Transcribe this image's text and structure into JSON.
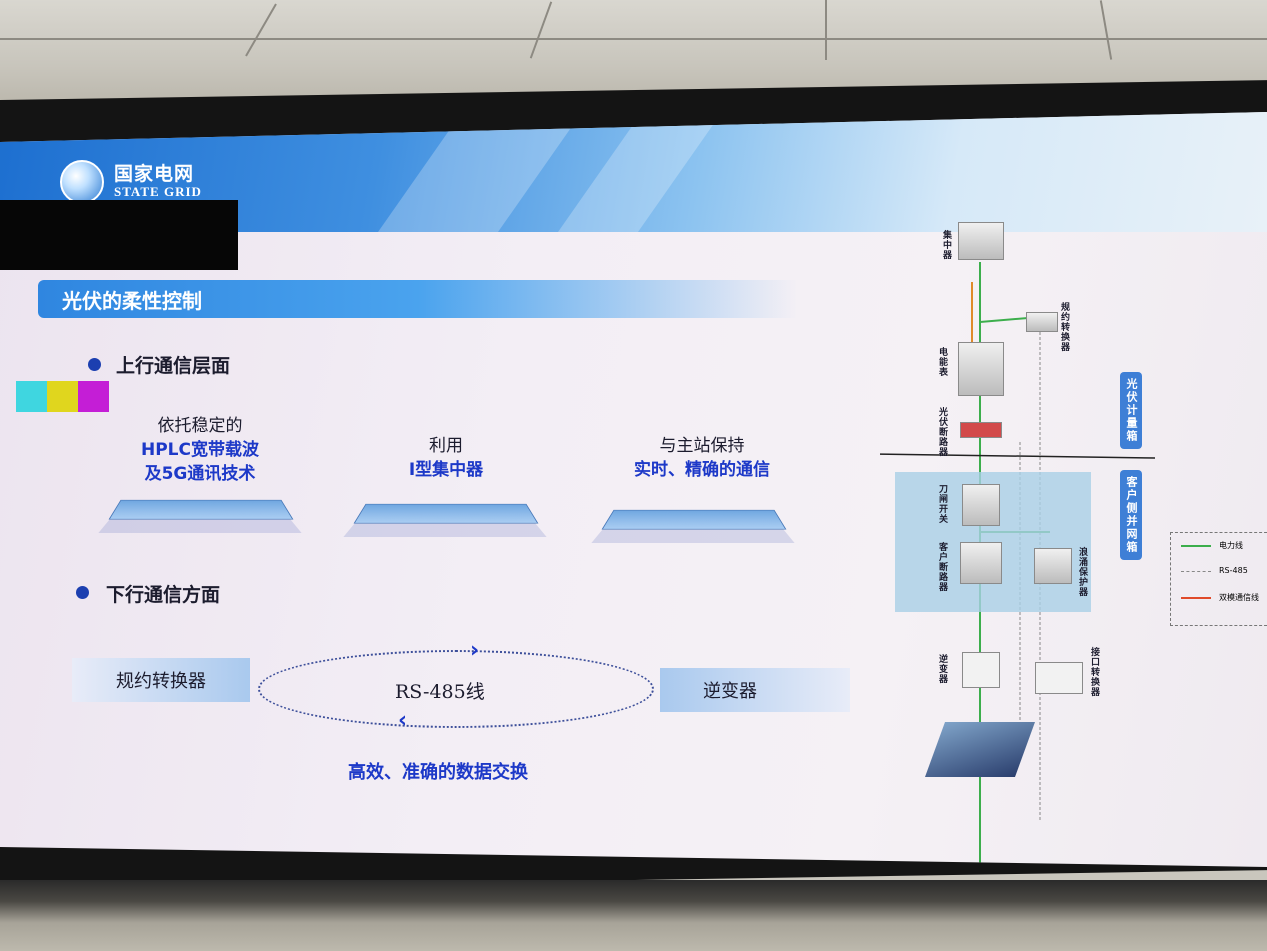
{
  "brand": {
    "name_cn": "国家电网",
    "name_en": "STATE GRID"
  },
  "section_title": "光伏的柔性控制",
  "upstream": {
    "heading": "上行通信层面",
    "items": [
      {
        "plain": "依托稳定的",
        "blue": "HPLC宽带载波\n及5G通讯技术"
      },
      {
        "plain": "利用",
        "blue": "I型集中器"
      },
      {
        "plain": "与主站保持",
        "blue": "实时、精确的通信"
      }
    ]
  },
  "downstream": {
    "heading": "下行通信方面",
    "left_box": "规约转换器",
    "link_label": "RS-485线",
    "right_box": "逆变器",
    "result": "高效、准确的数据交换"
  },
  "swatch_colors": [
    "#3fd6e0",
    "#e0d61e",
    "#c41ed6"
  ],
  "diagram": {
    "labels": {
      "concentrator": "集中器",
      "protocol_converter": "规约转换器",
      "meter": "电能表",
      "pv_breaker": "光伏断路器",
      "knife_switch": "刀闸开关",
      "customer_breaker": "客户断路器",
      "surge_protector": "浪涌保护器",
      "inverter": "逆变器",
      "interface_converter": "接口转换器"
    },
    "box_tags": {
      "meter_box": "光伏计量箱",
      "grid_box": "客户侧并网箱"
    },
    "legend": [
      {
        "label": "电力线",
        "color": "#3cae4c"
      },
      {
        "label": "RS-485",
        "color": "#888888"
      },
      {
        "label": "双模通信线",
        "color": "#e04a2a"
      }
    ]
  }
}
